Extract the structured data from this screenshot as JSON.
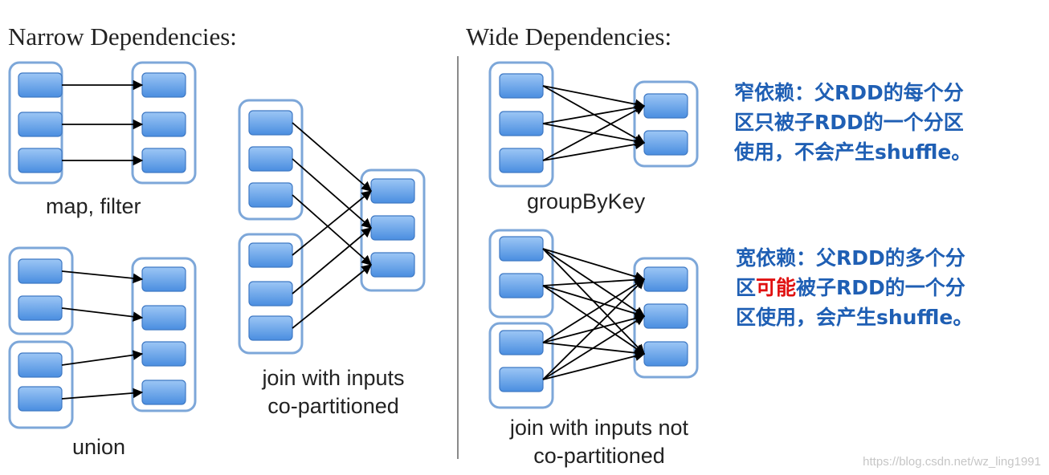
{
  "narrow": {
    "title": "Narrow Dependencies:",
    "map_label": "map, filter",
    "union_label": "union",
    "join_label_line1": "join with inputs",
    "join_label_line2": "co-partitioned"
  },
  "wide": {
    "title": "Wide Dependencies:",
    "groupby_label": "groupByKey",
    "join_label_line1": "join with inputs not",
    "join_label_line2": "co-partitioned"
  },
  "notes": {
    "narrow_line1": "窄依赖：父RDD的每个分",
    "narrow_line2": "区只被子RDD的一个分区",
    "narrow_line3": "使用，不会产生shuffle。",
    "wide_line1": "宽依赖：父RDD的多个分",
    "wide_line2_prefix": "区",
    "wide_line2_em": "可能",
    "wide_line2_suffix": "被子RDD的一个分",
    "wide_line3": "区使用，会产生shuffle。"
  },
  "colors": {
    "container_border": "#7da7d9",
    "partition_fill": "#5b9be6",
    "note_text": "#1f5fb4",
    "emphasis": "#e01010"
  },
  "watermark": "https://blog.csdn.net/wz_ling1991"
}
